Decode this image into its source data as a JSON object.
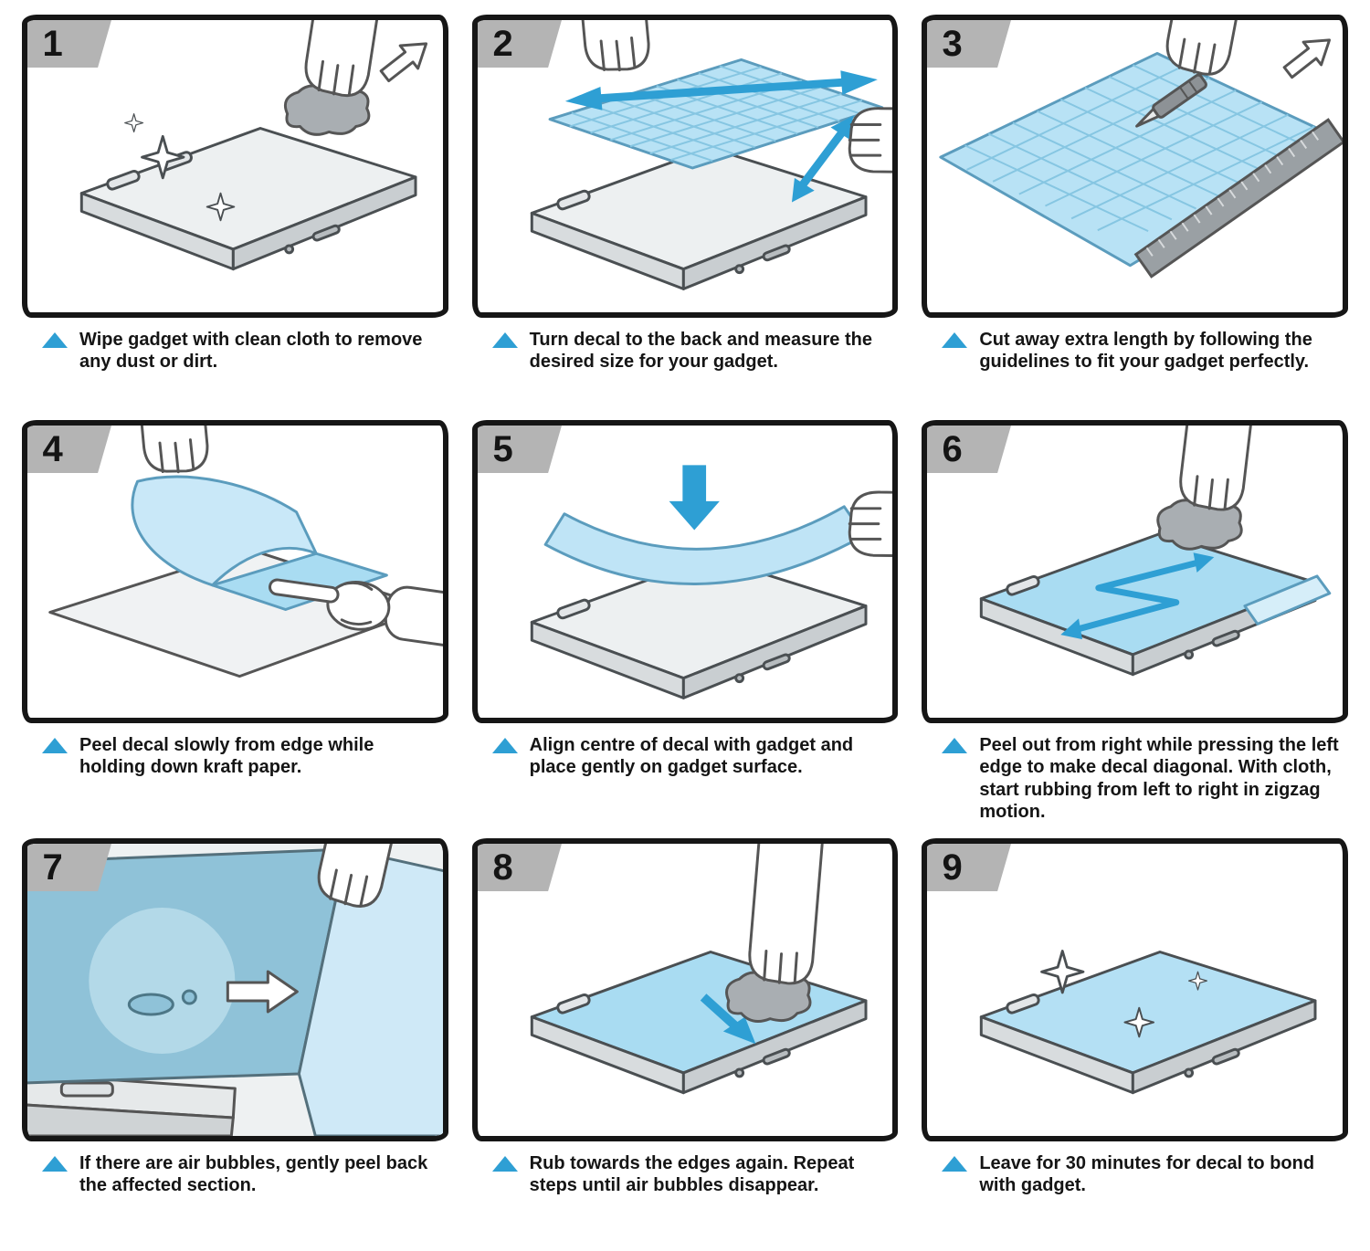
{
  "colors": {
    "decal_blue": "#a9dcf2",
    "decal_grid_blue": "#b8e2f5",
    "arrow_blue": "#2e9fd4",
    "bullet_blue": "#2e9fd4",
    "laptop_gray": "#edf0f1",
    "tab_gray": "#b4b4b4",
    "border_black": "#161616"
  },
  "steps": [
    {
      "number": "1",
      "caption": "Wipe gadget with clean cloth to remove any dust or dirt.",
      "illustration": "laptop-wiped-with-cloth"
    },
    {
      "number": "2",
      "caption": "Turn decal to the back and measure the desired size for your gadget.",
      "illustration": "decal-grid-measured-over-laptop"
    },
    {
      "number": "3",
      "caption": "Cut away extra length by following the guidelines to fit your gadget perfectly.",
      "illustration": "cutting-decal-with-knife-and-ruler"
    },
    {
      "number": "4",
      "caption": "Peel decal slowly from edge while holding down kraft paper.",
      "illustration": "peeling-decal-from-kraft-paper"
    },
    {
      "number": "5",
      "caption": "Align centre of decal with gadget and place gently on gadget surface.",
      "illustration": "aligning-decal-over-laptop"
    },
    {
      "number": "6",
      "caption": "Peel out from right while pressing the left edge to make decal diagonal. With cloth, start rubbing from left to right in zigzag motion.",
      "illustration": "rubbing-decal-zigzag"
    },
    {
      "number": "7",
      "caption": "If there are air bubbles, gently peel back the affected section.",
      "illustration": "peeling-back-air-bubble"
    },
    {
      "number": "8",
      "caption": "Rub towards the edges again. Repeat steps until air bubbles disappear.",
      "illustration": "rubbing-toward-edges"
    },
    {
      "number": "9",
      "caption": "Leave for 30 minutes for decal to bond with gadget.",
      "illustration": "finished-laptop-with-decal"
    }
  ]
}
